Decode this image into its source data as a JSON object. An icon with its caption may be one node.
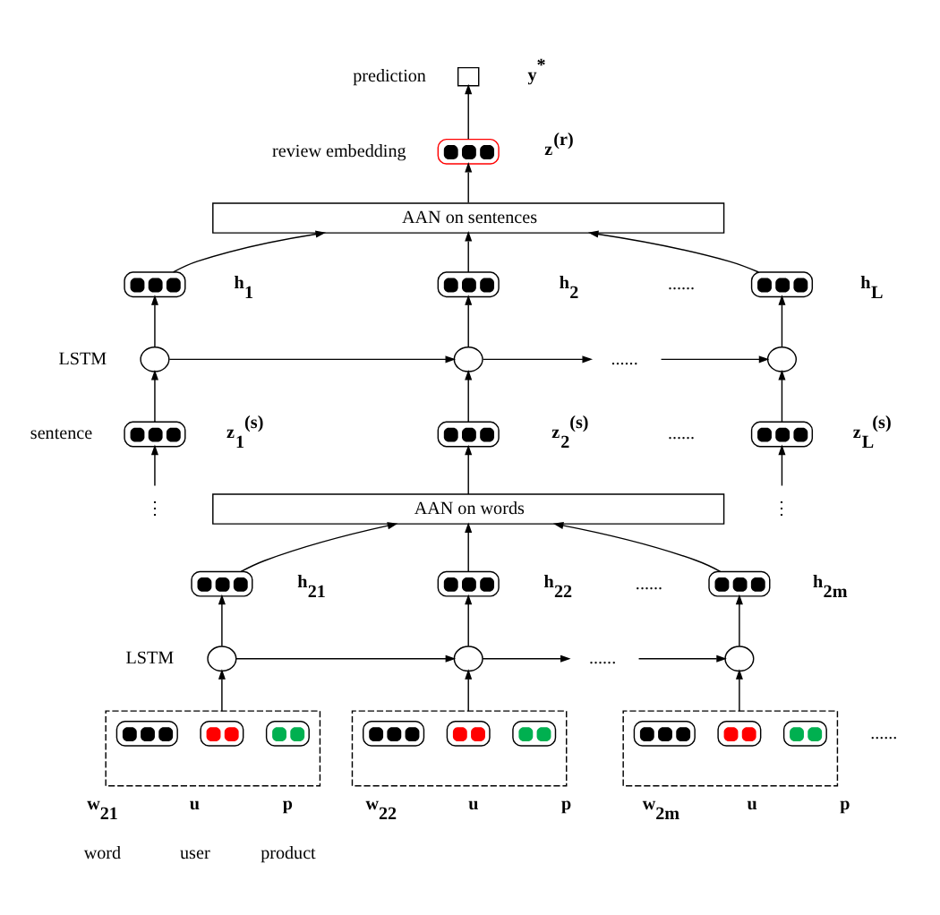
{
  "diagram": {
    "nodes": [
      {
        "text": [],
        "shape": "box",
        "beside": [
          "y$^{*}$"
        ]
      },
      {
        "text": [],
        "shape": "box",
        "beside": [
          "z$^{(r)}$"
        ]
      },
      {
        "text": [
          "AAN on sentences"
        ]
      },
      {
        "text": [],
        "shape": "box",
        "beside": [
          "h$_{1}$"
        ]
      },
      {
        "text": [],
        "shape": "box",
        "beside": [
          "h$_{2}$"
        ]
      },
      {
        "text": [],
        "shape": "box",
        "beside": [
          "h$_{L}$"
        ]
      },
      {
        "text": [],
        "shape": "circle"
      },
      {
        "text": [],
        "shape": "circle"
      },
      {
        "text": [
          "......"
        ]
      },
      {
        "text": [],
        "shape": "circle"
      },
      {
        "text": [],
        "shape": "box",
        "beside": [
          "z$_{1}$$^{(s)}$"
        ]
      },
      {
        "text": [],
        "shape": "box",
        "beside": [
          "z$_{2}$$^{(s)}$"
        ]
      },
      {
        "text": [],
        "shape": "box",
        "beside": [
          "z$_{L}$$^{(s)}$"
        ]
      },
      {
        "text": [
          "⋮"
        ]
      },
      {
        "text": [
          "⋮"
        ]
      },
      {
        "text": [
          "AAN on words"
        ]
      },
      {
        "text": [],
        "shape": "box",
        "beside": [
          "h$_{21}$"
        ]
      },
      {
        "text": [],
        "shape": "box",
        "beside": [
          "h$_{22}$"
        ]
      },
      {
        "text": [],
        "shape": "box",
        "beside": [
          "h$_{2m}$"
        ]
      },
      {
        "text": [],
        "shape": "circle"
      },
      {
        "text": [],
        "shape": "circle"
      },
      {
        "text": [
          "......"
        ]
      },
      {
        "text": [],
        "shape": "circle"
      },
      {
        "text": [],
        "shape": "box"
      },
      {
        "text": [],
        "shape": "box",
        "in": 23,
        "beside": [
          "w$_{21}$",
          "word"
        ]
      },
      {
        "text": [],
        "shape": "box",
        "in": 23,
        "beside": [
          "u",
          "user"
        ]
      },
      {
        "text": [],
        "shape": "box",
        "in": 23,
        "beside": [
          "p",
          "product"
        ]
      },
      {
        "text": [],
        "shape": "box"
      },
      {
        "text": [],
        "shape": "box",
        "in": 27,
        "beside": [
          "w$_{22}$"
        ]
      },
      {
        "text": [],
        "shape": "box",
        "in": 27,
        "beside": [
          "u"
        ]
      },
      {
        "text": [],
        "shape": "box",
        "in": 27,
        "beside": [
          "p"
        ]
      },
      {
        "text": [],
        "shape": "box"
      },
      {
        "text": [],
        "shape": "box",
        "in": 31,
        "beside": [
          "w$_{2m}$"
        ]
      },
      {
        "text": [],
        "shape": "box",
        "in": 31,
        "beside": [
          "u"
        ]
      },
      {
        "text": [],
        "shape": "box",
        "in": 31,
        "beside": [
          "p"
        ]
      }
    ],
    "edges": [
      {
        "from": 1,
        "to": 0,
        "arrow": "to"
      },
      {
        "from": 2,
        "to": 1,
        "arrow": "to"
      },
      {
        "from": 3,
        "to": 2,
        "arrow": "to"
      },
      {
        "from": 4,
        "to": 2,
        "arrow": "to"
      },
      {
        "from": 5,
        "to": 2,
        "arrow": "to"
      },
      {
        "from": 6,
        "to": 3,
        "arrow": "to"
      },
      {
        "from": 7,
        "to": 4,
        "arrow": "to"
      },
      {
        "from": 9,
        "to": 5,
        "arrow": "to"
      },
      {
        "from": 6,
        "to": 7,
        "arrow": "to"
      },
      {
        "from": 7,
        "to": 8,
        "arrow": "to"
      },
      {
        "from": 8,
        "to": 9,
        "arrow": "to"
      },
      {
        "from": 10,
        "to": 6,
        "arrow": "to"
      },
      {
        "from": 11,
        "to": 7,
        "arrow": "to"
      },
      {
        "from": 12,
        "to": 9,
        "arrow": "to"
      },
      {
        "from": 13,
        "to": 10,
        "arrow": "to"
      },
      {
        "from": 14,
        "to": 12,
        "arrow": "to"
      },
      {
        "from": 15,
        "to": 11,
        "arrow": "to"
      },
      {
        "from": 16,
        "to": 15,
        "arrow": "to"
      },
      {
        "from": 17,
        "to": 15,
        "arrow": "to"
      },
      {
        "from": 18,
        "to": 15,
        "arrow": "to"
      },
      {
        "from": 19,
        "to": 16,
        "arrow": "to"
      },
      {
        "from": 20,
        "to": 17,
        "arrow": "to"
      },
      {
        "from": 22,
        "to": 18,
        "arrow": "to"
      },
      {
        "from": 19,
        "to": 20,
        "arrow": "to"
      },
      {
        "from": 20,
        "to": 21,
        "arrow": "to"
      },
      {
        "from": 21,
        "to": 22,
        "arrow": "to"
      },
      {
        "from": 23,
        "to": 19,
        "arrow": "to"
      },
      {
        "from": 27,
        "to": 20,
        "arrow": "to"
      },
      {
        "from": 31,
        "to": 22,
        "arrow": "to"
      }
    ],
    "labels": [
      "prediction",
      "review embedding",
      "......",
      "LSTM",
      "sentence",
      "......",
      "......",
      "LSTM",
      "......"
    ]
  }
}
